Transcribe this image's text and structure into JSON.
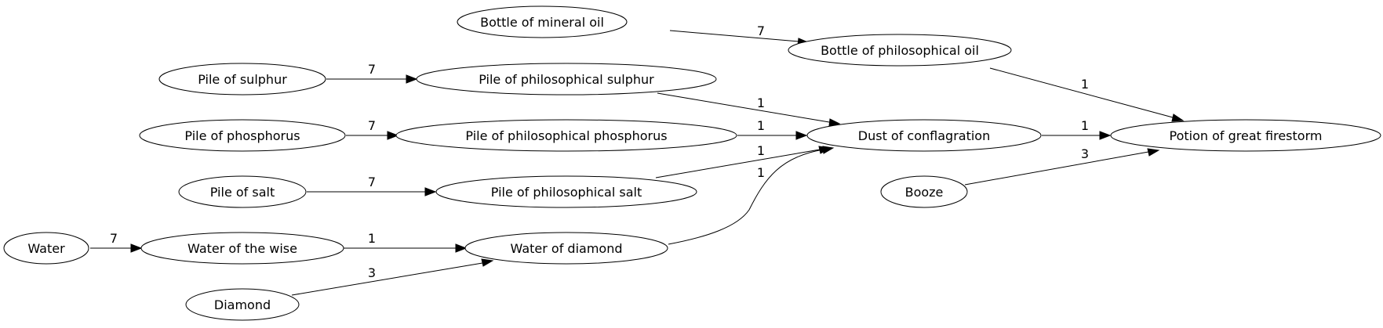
{
  "graph": {
    "nodes": {
      "bottle_mineral_oil": "Bottle of mineral oil",
      "bottle_philosophical_oil": "Bottle of philosophical oil",
      "pile_sulphur": "Pile of sulphur",
      "pile_philosophical_sulphur": "Pile of philosophical sulphur",
      "pile_phosphorus": "Pile of phosphorus",
      "pile_philosophical_phosphorus": "Pile of philosophical phosphorus",
      "dust_of_conflagration": "Dust of conflagration",
      "potion_great_firestorm": "Potion of great firestorm",
      "pile_salt": "Pile of salt",
      "pile_philosophical_salt": "Pile of philosophical salt",
      "booze": "Booze",
      "water": "Water",
      "water_of_the_wise": "Water of the wise",
      "water_of_diamond": "Water of diamond",
      "diamond": "Diamond"
    },
    "edges": [
      {
        "from": "Bottle of mineral oil",
        "to": "Bottle of philosophical oil",
        "label": "7"
      },
      {
        "from": "Pile of sulphur",
        "to": "Pile of philosophical sulphur",
        "label": "7"
      },
      {
        "from": "Pile of phosphorus",
        "to": "Pile of philosophical phosphorus",
        "label": "7"
      },
      {
        "from": "Pile of salt",
        "to": "Pile of philosophical salt",
        "label": "7"
      },
      {
        "from": "Water",
        "to": "Water of the wise",
        "label": "7"
      },
      {
        "from": "Water of the wise",
        "to": "Water of diamond",
        "label": "1"
      },
      {
        "from": "Diamond",
        "to": "Water of diamond",
        "label": "3"
      },
      {
        "from": "Pile of philosophical sulphur",
        "to": "Dust of conflagration",
        "label": "1"
      },
      {
        "from": "Pile of philosophical phosphorus",
        "to": "Dust of conflagration",
        "label": "1"
      },
      {
        "from": "Pile of philosophical salt",
        "to": "Dust of conflagration",
        "label": "1"
      },
      {
        "from": "Water of diamond",
        "to": "Dust of conflagration",
        "label": "1"
      },
      {
        "from": "Bottle of philosophical oil",
        "to": "Potion of great firestorm",
        "label": "1"
      },
      {
        "from": "Dust of conflagration",
        "to": "Potion of great firestorm",
        "label": "1"
      },
      {
        "from": "Booze",
        "to": "Potion of great firestorm",
        "label": "3"
      }
    ]
  }
}
